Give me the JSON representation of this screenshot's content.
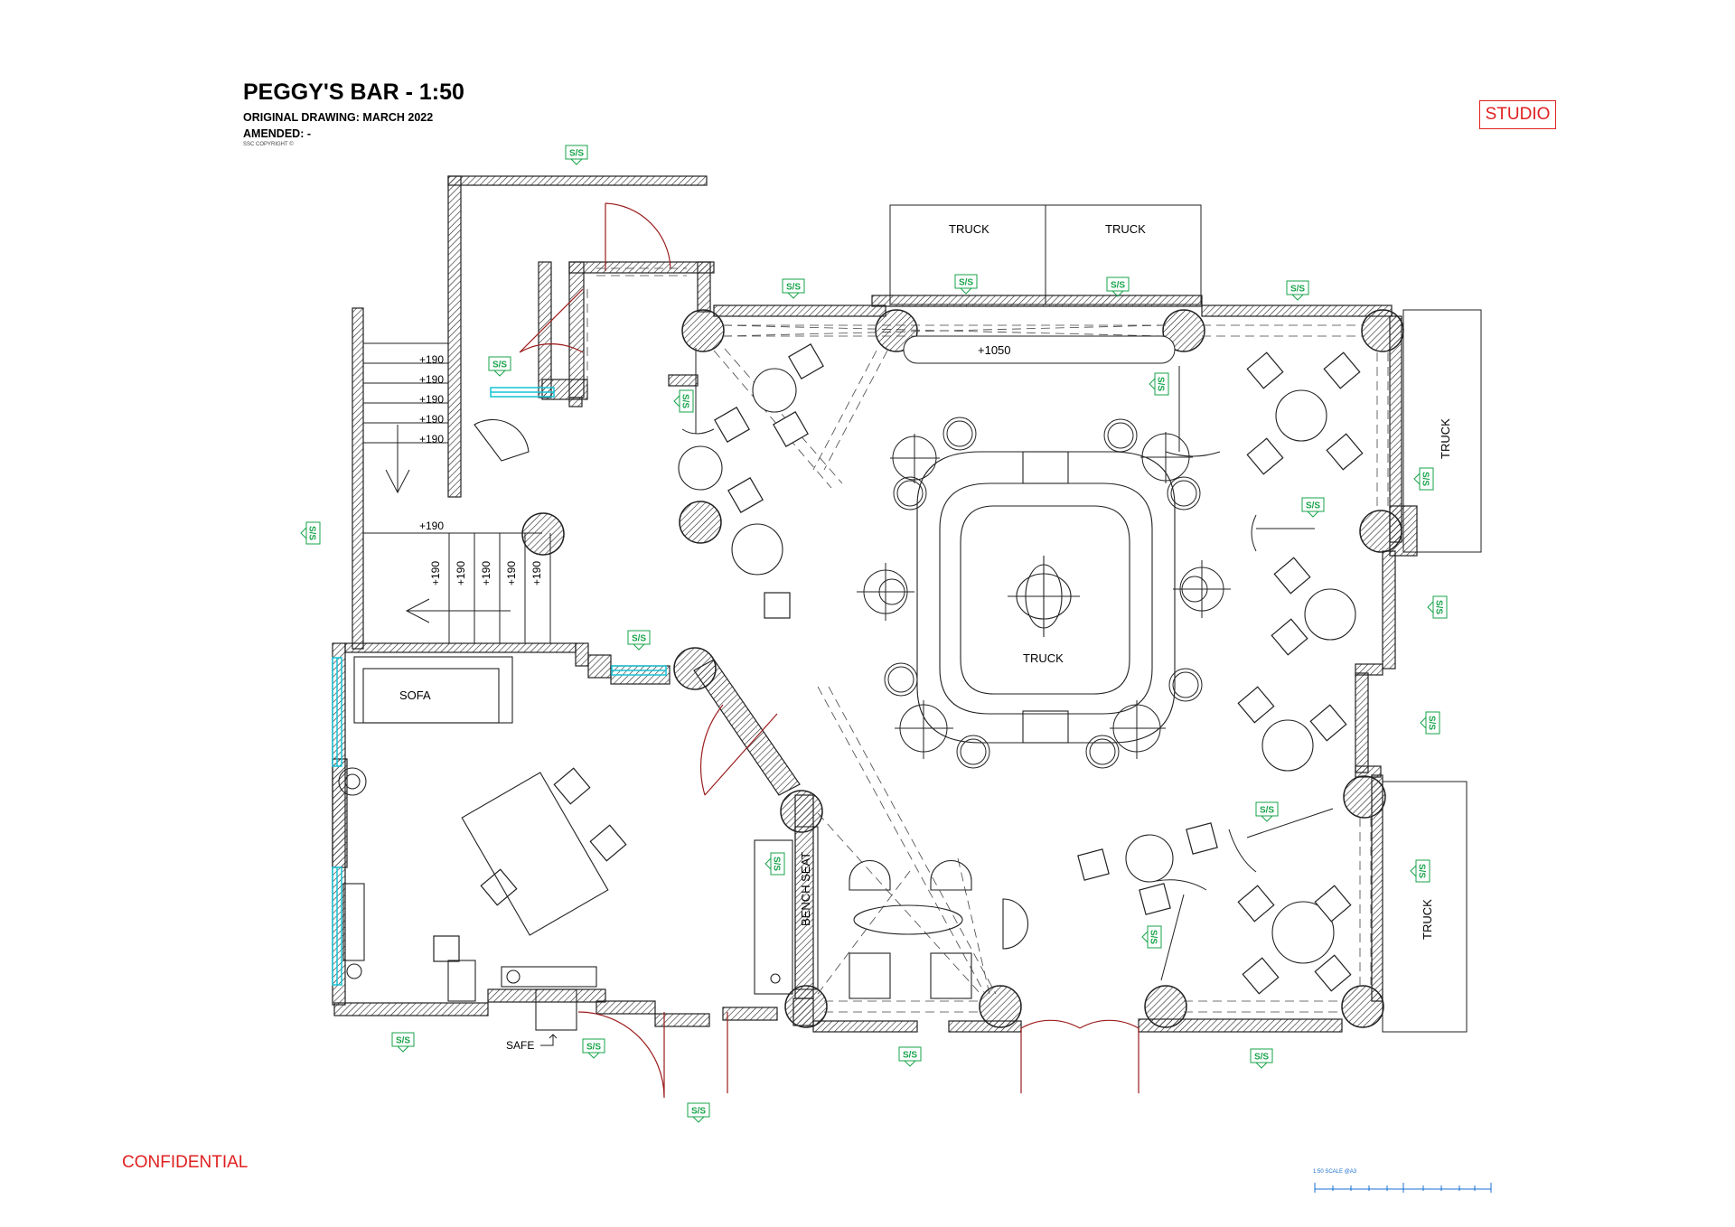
{
  "header": {
    "title": "PEGGY'S BAR - 1:50",
    "original_drawing": "ORIGINAL DRAWING: MARCH 2022",
    "amended": "AMENDED: -",
    "copyright": "SSC COPYRIGHT ©"
  },
  "studio_label": "STUDIO",
  "confidential_label": "CONFIDENTIAL",
  "scale_bar_label": "1:50 SCALE @A3",
  "plan_labels": {
    "truck": "TRUCK",
    "sofa": "SOFA",
    "safe": "SAFE",
    "bench_seat": "BENCH SEAT",
    "level_1050": "+1050",
    "step_190": "+190",
    "socket": "S/S"
  },
  "colors": {
    "wall_line": "#1a1a1a",
    "door_arc": "#9b1c1c",
    "window": "#17c3d6",
    "socket": "#17a34a",
    "stamp": "#e02020",
    "scale": "#1a6fd0"
  }
}
